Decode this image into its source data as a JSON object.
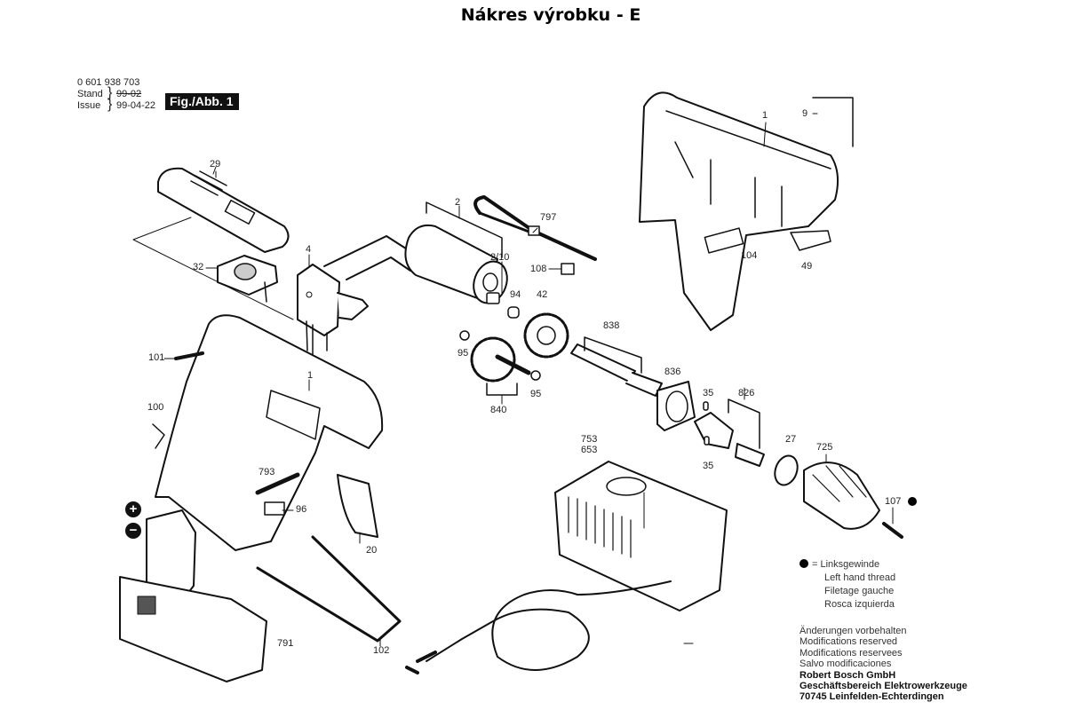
{
  "title": "Nákres výrobku - E",
  "header": {
    "part_number": "0 601 938 703",
    "stand_label": "Stand",
    "stand_value": "99-02",
    "issue_label": "Issue",
    "issue_value": "99-04-22",
    "figure_badge": "Fig./Abb. 1"
  },
  "parts": {
    "p29": "29",
    "p32": "32",
    "p4": "4",
    "p2": "2",
    "p797": "797",
    "p2_10": "2/10",
    "p108": "108",
    "p94": "94",
    "p42": "42",
    "p1_top": "1",
    "p9": "9",
    "p104": "104",
    "p49": "49",
    "p101": "101",
    "p1_body": "1",
    "p95_a": "95",
    "p95_b": "95",
    "p840": "840",
    "p838": "838",
    "p836": "836",
    "p35_a": "35",
    "p35_b": "35",
    "p826": "826",
    "p27": "27",
    "p725": "725",
    "p107": "107",
    "p100": "100",
    "p793": "793",
    "p96": "96",
    "p20": "20",
    "p753": "753",
    "p653": "653",
    "p791": "791",
    "p102": "102"
  },
  "terminals": {
    "plus": "+",
    "minus": "−"
  },
  "legend": {
    "symbol": "=",
    "lines": [
      "Linksgewinde",
      "Left hand thread",
      "Filetage gauche",
      "Rosca izquierda"
    ]
  },
  "notes": {
    "lines": [
      "Änderungen vorbehalten",
      "Modifications reserved",
      "Modifications reservees",
      "Salvo modificaciones"
    ],
    "company": [
      "Robert Bosch GmbH",
      "Geschäftsbereich Elektrowerkzeuge",
      "70745 Leinfelden-Echterdingen"
    ]
  }
}
